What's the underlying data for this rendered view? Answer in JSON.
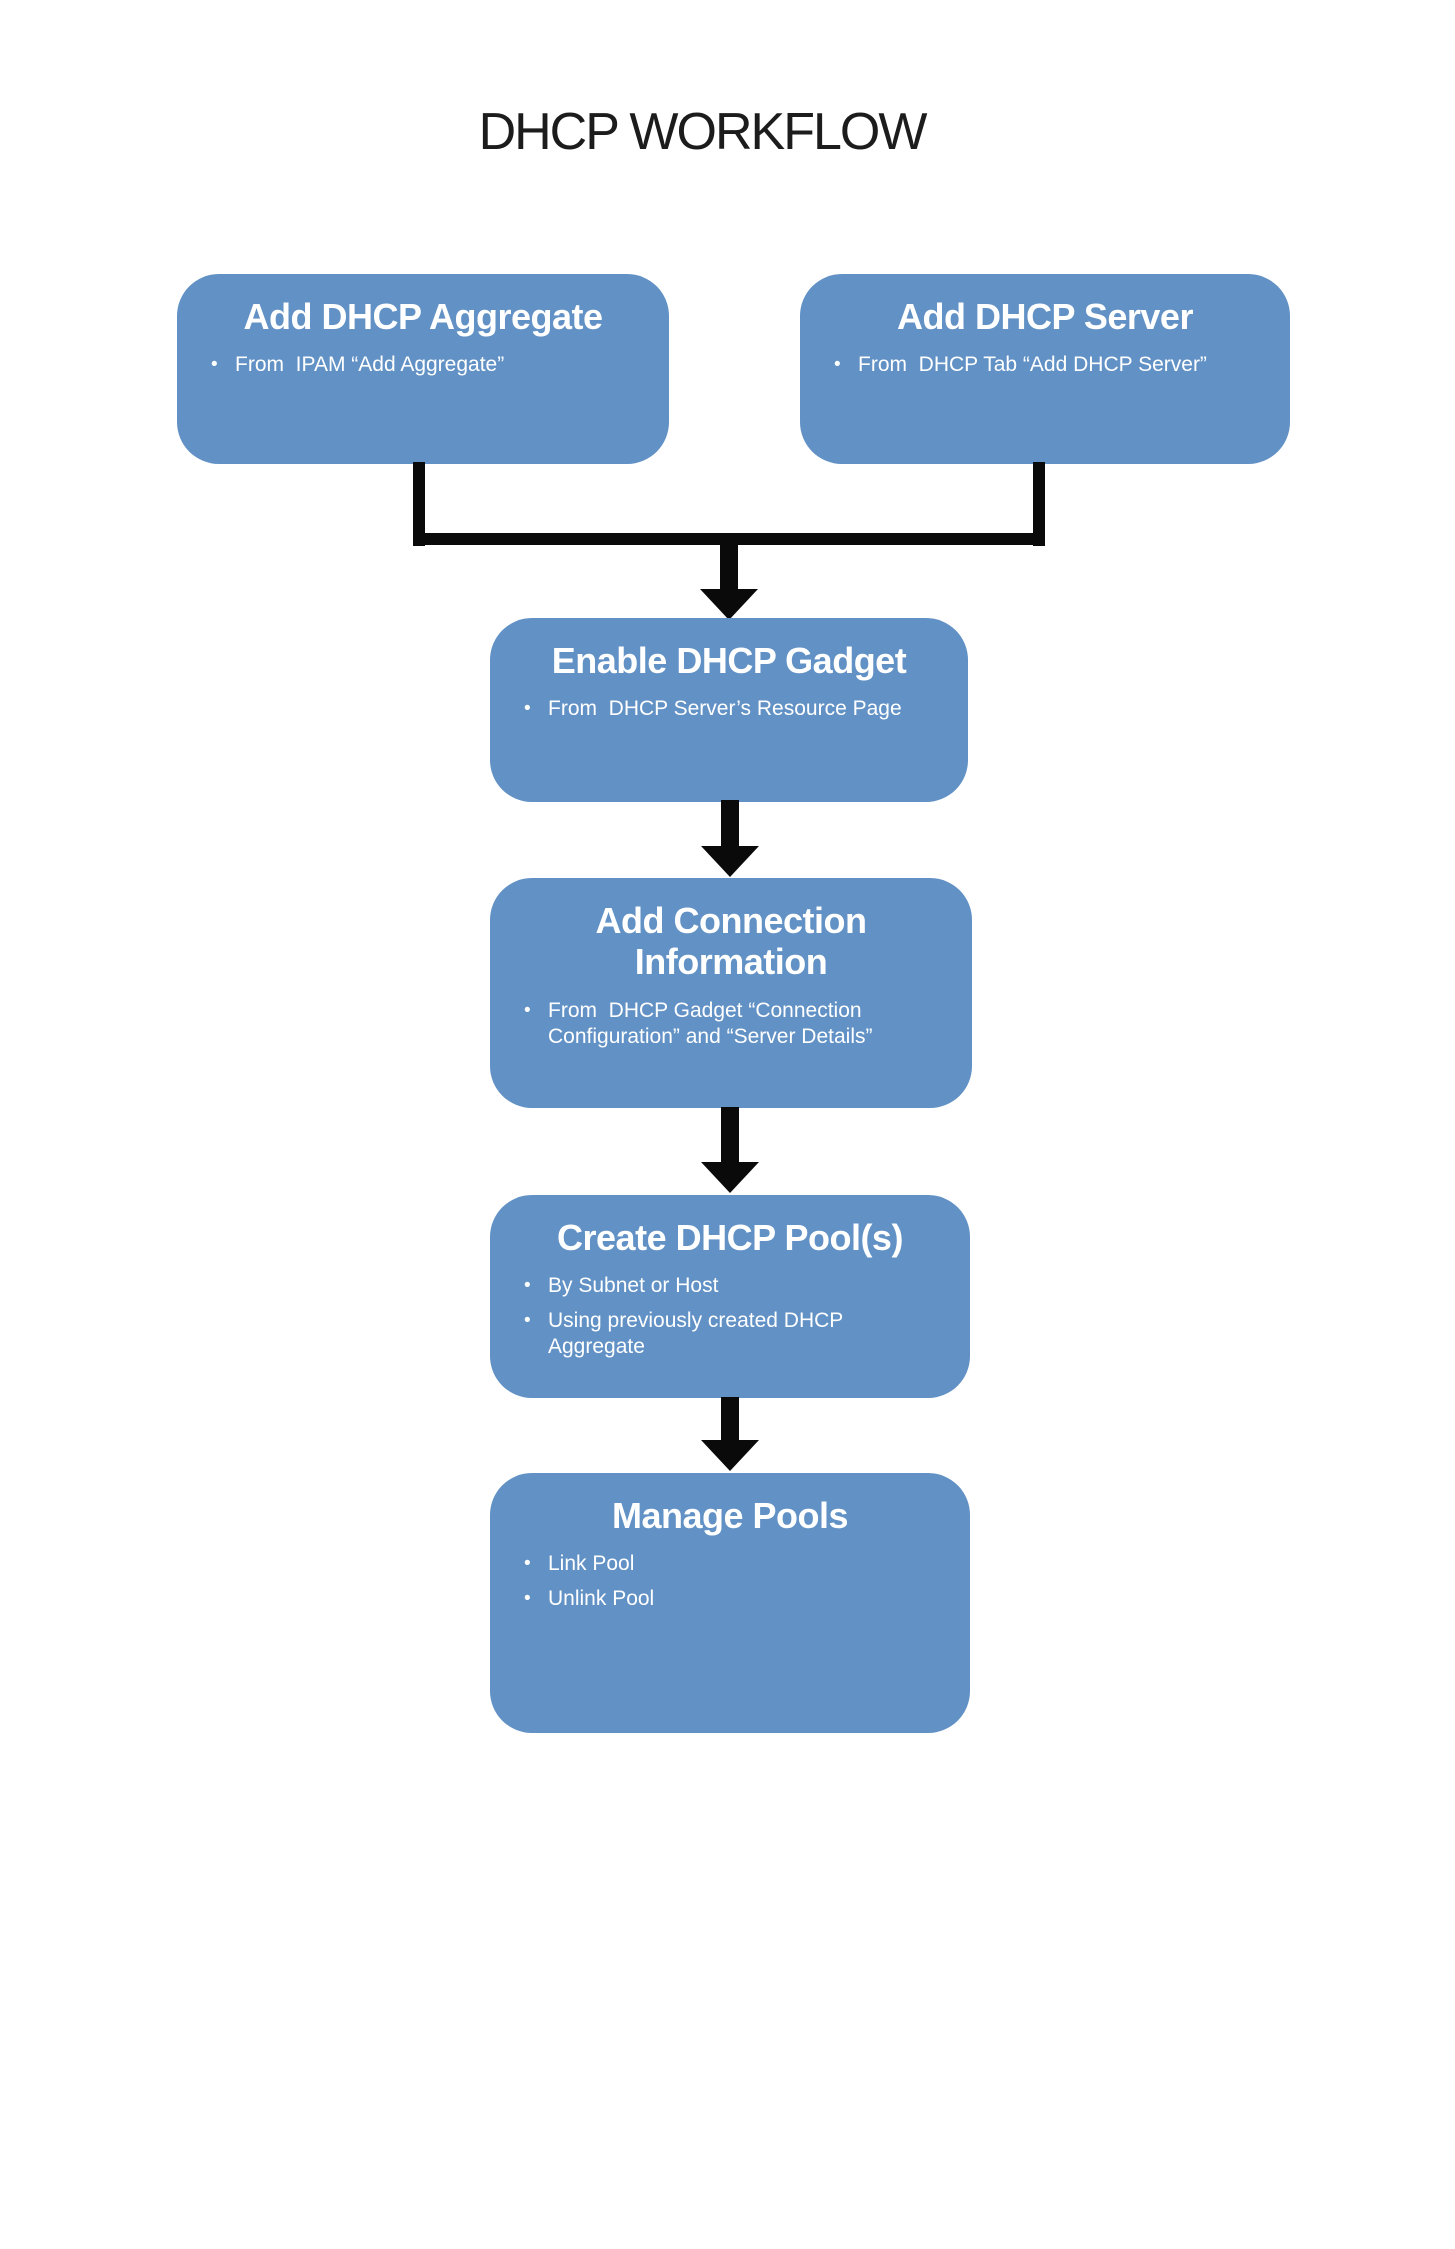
{
  "title": "DHCP WORKFLOW",
  "colors": {
    "box_fill": "#6191C5",
    "box_text": "#FFFFFF",
    "connector": "#0A0A0A",
    "title_text": "#1C1C1C"
  },
  "icons": {
    "bullet": "•",
    "arrow_down": "filled-triangle-down"
  },
  "boxes": [
    {
      "id": "add-dhcp-aggregate",
      "heading": "Add DHCP Aggregate",
      "bullets": [
        "From  IPAM “Add Aggregate”"
      ]
    },
    {
      "id": "add-dhcp-server",
      "heading": "Add DHCP Server",
      "bullets": [
        "From  DHCP Tab “Add DHCP Server”"
      ]
    },
    {
      "id": "enable-dhcp-gadget",
      "heading": "Enable DHCP Gadget",
      "bullets": [
        "From  DHCP Server’s Resource Page"
      ]
    },
    {
      "id": "add-connection-information",
      "heading": "Add Connection Information",
      "bullets": [
        "From  DHCP Gadget “Connection Configuration” and “Server Details”"
      ]
    },
    {
      "id": "create-dhcp-pools",
      "heading": "Create DHCP Pool(s)",
      "bullets": [
        "By Subnet or Host",
        "Using previously created DHCP Aggregate"
      ]
    },
    {
      "id": "manage-pools",
      "heading": "Manage Pools",
      "bullets": [
        "Link Pool",
        "Unlink Pool"
      ]
    }
  ]
}
